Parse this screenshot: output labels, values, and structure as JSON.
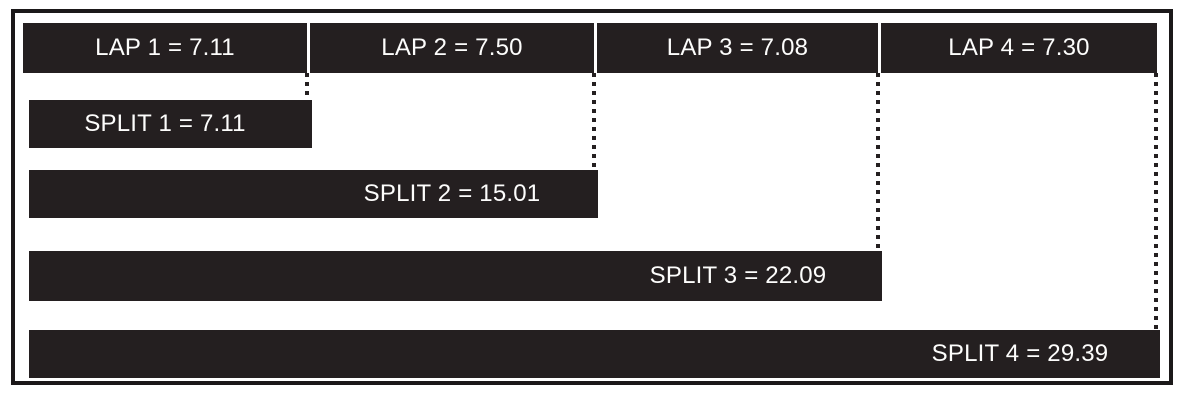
{
  "colors": {
    "bar": "#241f20",
    "frame": "#1b1819",
    "label": "#fdfdfc",
    "background": "#ffffff"
  },
  "laps": [
    {
      "label": "LAP 1 = 7.11"
    },
    {
      "label": "LAP 2 = 7.50"
    },
    {
      "label": "LAP 3 = 7.08"
    },
    {
      "label": "LAP 4 = 7.30"
    }
  ],
  "splits": [
    {
      "label": "SPLIT 1 = 7.11"
    },
    {
      "label": "SPLIT 2 = 15.01"
    },
    {
      "label": "SPLIT 3 = 22.09"
    },
    {
      "label": "SPLIT 4 = 29.39"
    }
  ],
  "chart_data": {
    "type": "bar",
    "orientation": "horizontal",
    "laps": {
      "categories": [
        "LAP 1",
        "LAP 2",
        "LAP 3",
        "LAP 4"
      ],
      "values": [
        "7.11",
        "7.50",
        "7.08",
        "7.30"
      ]
    },
    "splits": {
      "categories": [
        "SPLIT 1",
        "SPLIT 2",
        "SPLIT 3",
        "SPLIT 4"
      ],
      "values": [
        "7.11",
        "15.01",
        "22.09",
        "29.39"
      ]
    }
  }
}
